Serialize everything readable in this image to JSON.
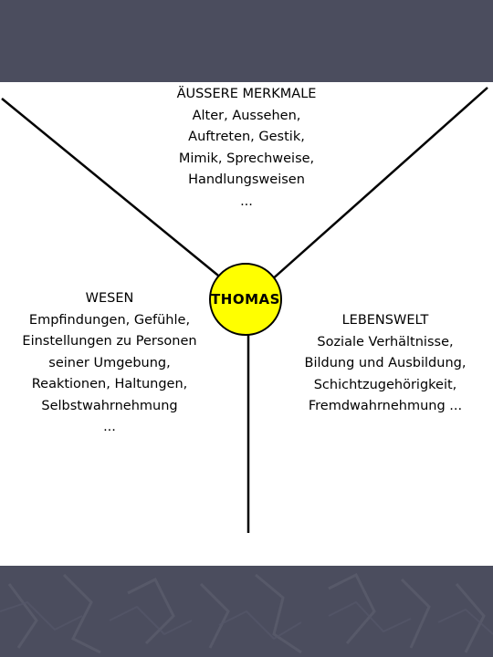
{
  "center": {
    "label": "THOMAS",
    "fill": "#ffff00"
  },
  "top_block": {
    "lines": [
      "ÄUSSERE MERKMALE",
      "Alter, Aussehen,",
      "Auftreten, Gestik,",
      "Mimik, Sprechweise,",
      "Handlungsweisen",
      "..."
    ]
  },
  "left_block": {
    "lines": [
      "WESEN",
      "Empfindungen, Gefühle,",
      "Einstellungen zu Personen",
      "seiner Umgebung,",
      "Reaktionen, Haltungen,",
      "Selbstwahrnehmung",
      "..."
    ]
  },
  "right_block": {
    "lines": [
      "LEBENSWELT",
      "Soziale Verhältnisse,",
      "Bildung und Ausbildung,",
      "Schichtzugehörigkeit,",
      "Fremdwahrnehmung ..."
    ]
  },
  "colors": {
    "band": "#4b4d5e",
    "canvas": "#ffffff",
    "line": "#000000"
  }
}
